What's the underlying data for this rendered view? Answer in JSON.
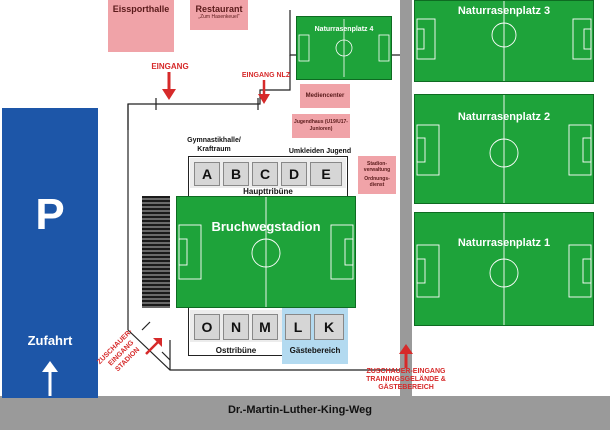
{
  "buildings": {
    "eissporthalle": "Eissporthalle",
    "restaurant_title": "Restaurant",
    "restaurant_sub": "„Zum Hasenkeuel“",
    "mediencenter": "Mediencenter",
    "jugendhaus": "Jugendhaus (U19/U17-Junioren)",
    "stadionverwaltung": "Stadion-verwaltung",
    "ordnungsdienst": "Ordnungs-dienst"
  },
  "pitches": {
    "platz4": "Naturrasenplatz 4",
    "platz3": "Naturrasenplatz 3",
    "platz2": "Naturrasenplatz 2",
    "platz1": "Naturrasenplatz 1"
  },
  "stadium": {
    "name": "Bruchwegstadion",
    "gymnastikhalle": "Gymnastikhalle/ Kraftraum",
    "umkleiden": "Umkleiden Jugend",
    "haupttribuene": "Haupttribüne",
    "osttribuene": "Osttribüne",
    "gaestebereich": "Gästebereich",
    "blocks_top": [
      "A",
      "B",
      "C",
      "D",
      "E"
    ],
    "blocks_bottom": [
      "O",
      "N",
      "M",
      "L",
      "K"
    ]
  },
  "entrances": {
    "eingang": "EINGANG",
    "eingang_nlz": "EINGANG NLZ",
    "zuschauer_stadion": "ZUSCHAUER-EINGANG STADION",
    "zuschauer_training": "ZUSCHAUER-EINGANG TRAININGSGELÄNDE & GÄSTEBEREICH"
  },
  "parking": {
    "symbol": "P",
    "zufahrt": "Zufahrt"
  },
  "street": {
    "name": "Dr.-Martin-Luther-King-Weg"
  },
  "colors": {
    "pitch_green": "#1ea33a",
    "parking_blue": "#1d56a8",
    "building_pink": "#f0a3a8",
    "entrance_red": "#d62a2a",
    "guest_blue": "#b3daf0",
    "road_gray": "#9a9a9a"
  }
}
